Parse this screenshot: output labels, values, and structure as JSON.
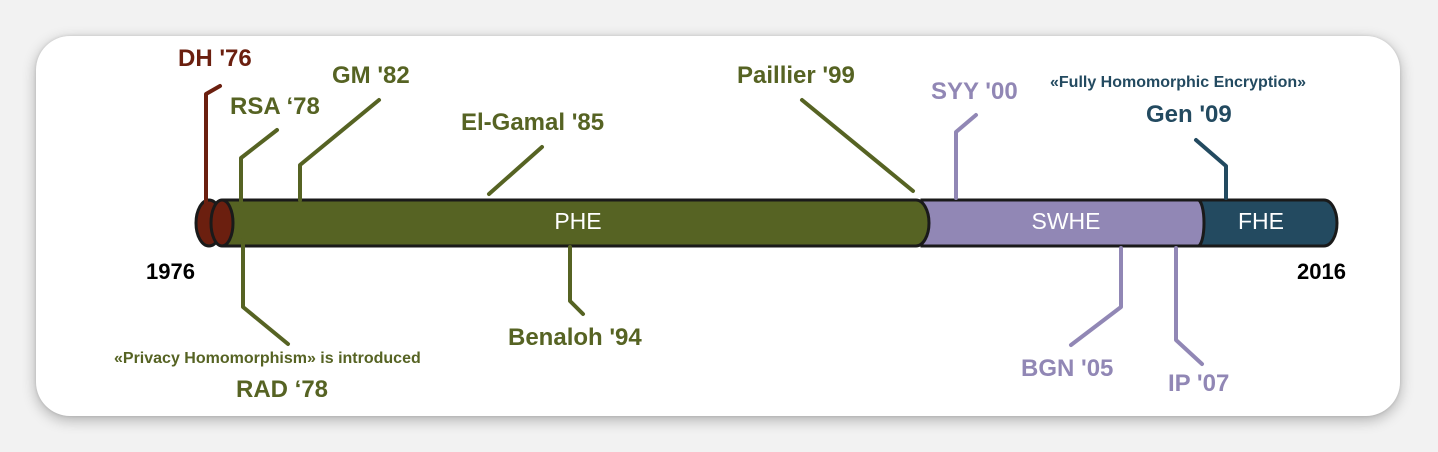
{
  "colors": {
    "dh": "#6b1f0f",
    "phe": "#566323",
    "swhe": "#9187b5",
    "fhe": "#234a60",
    "year": "#000000"
  },
  "timeline": {
    "start_year": "1976",
    "end_year": "2016",
    "bands": [
      {
        "label": "PHE"
      },
      {
        "label": "SWHE"
      },
      {
        "label": "FHE"
      }
    ]
  },
  "events": [
    {
      "label": "DH '76"
    },
    {
      "label": "RSA ‘78"
    },
    {
      "label": "GM '82"
    },
    {
      "label": "El-Gamal '85"
    },
    {
      "label": "Paillier '99"
    },
    {
      "label": "SYY '00"
    },
    {
      "label": "Gen '09",
      "note": "«Fully Homomorphic Encryption»"
    },
    {
      "label": "Benaloh '94"
    },
    {
      "label": "RAD ‘78",
      "note": "«Privacy Homomorphism» is introduced"
    },
    {
      "label": "BGN '05"
    },
    {
      "label": "IP '07"
    }
  ]
}
